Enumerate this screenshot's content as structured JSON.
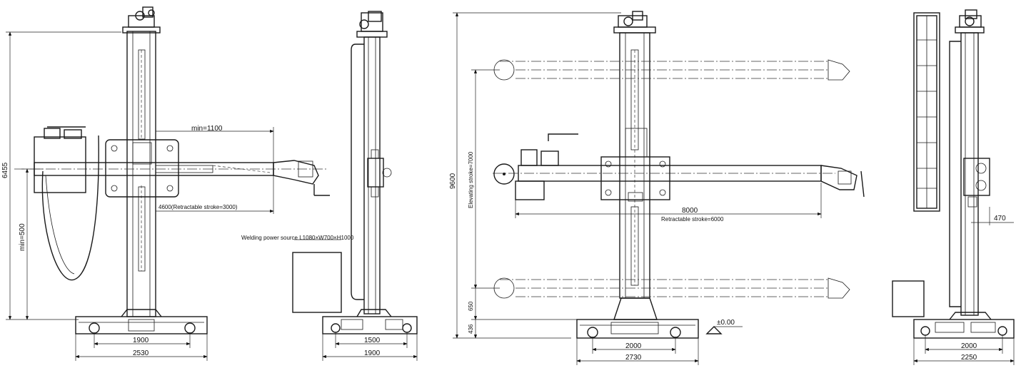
{
  "view1": {
    "dim_total_height": "6455",
    "dim_min_height": "min=500",
    "dim_min_reach": "min=1100",
    "dim_stroke": "4600(Retractable stroke=3000)",
    "dim_track": "1900",
    "dim_base": "2530"
  },
  "view2": {
    "power_source_label": "Welding power source L1080×W700×H1000",
    "dim_track": "1500",
    "dim_base": "1900"
  },
  "view3": {
    "dim_total_height": "9600",
    "dim_elevating": "Elevating stroke=7000",
    "dim_lower": "650",
    "dim_base_height": "436",
    "dim_boom": "8000",
    "dim_retract": "Retractable stroke=6000",
    "ground_level": "±0.00",
    "dim_track": "2000",
    "dim_base": "2730"
  },
  "view4": {
    "dim_offset": "470",
    "dim_track": "2000",
    "dim_base": "2250"
  }
}
